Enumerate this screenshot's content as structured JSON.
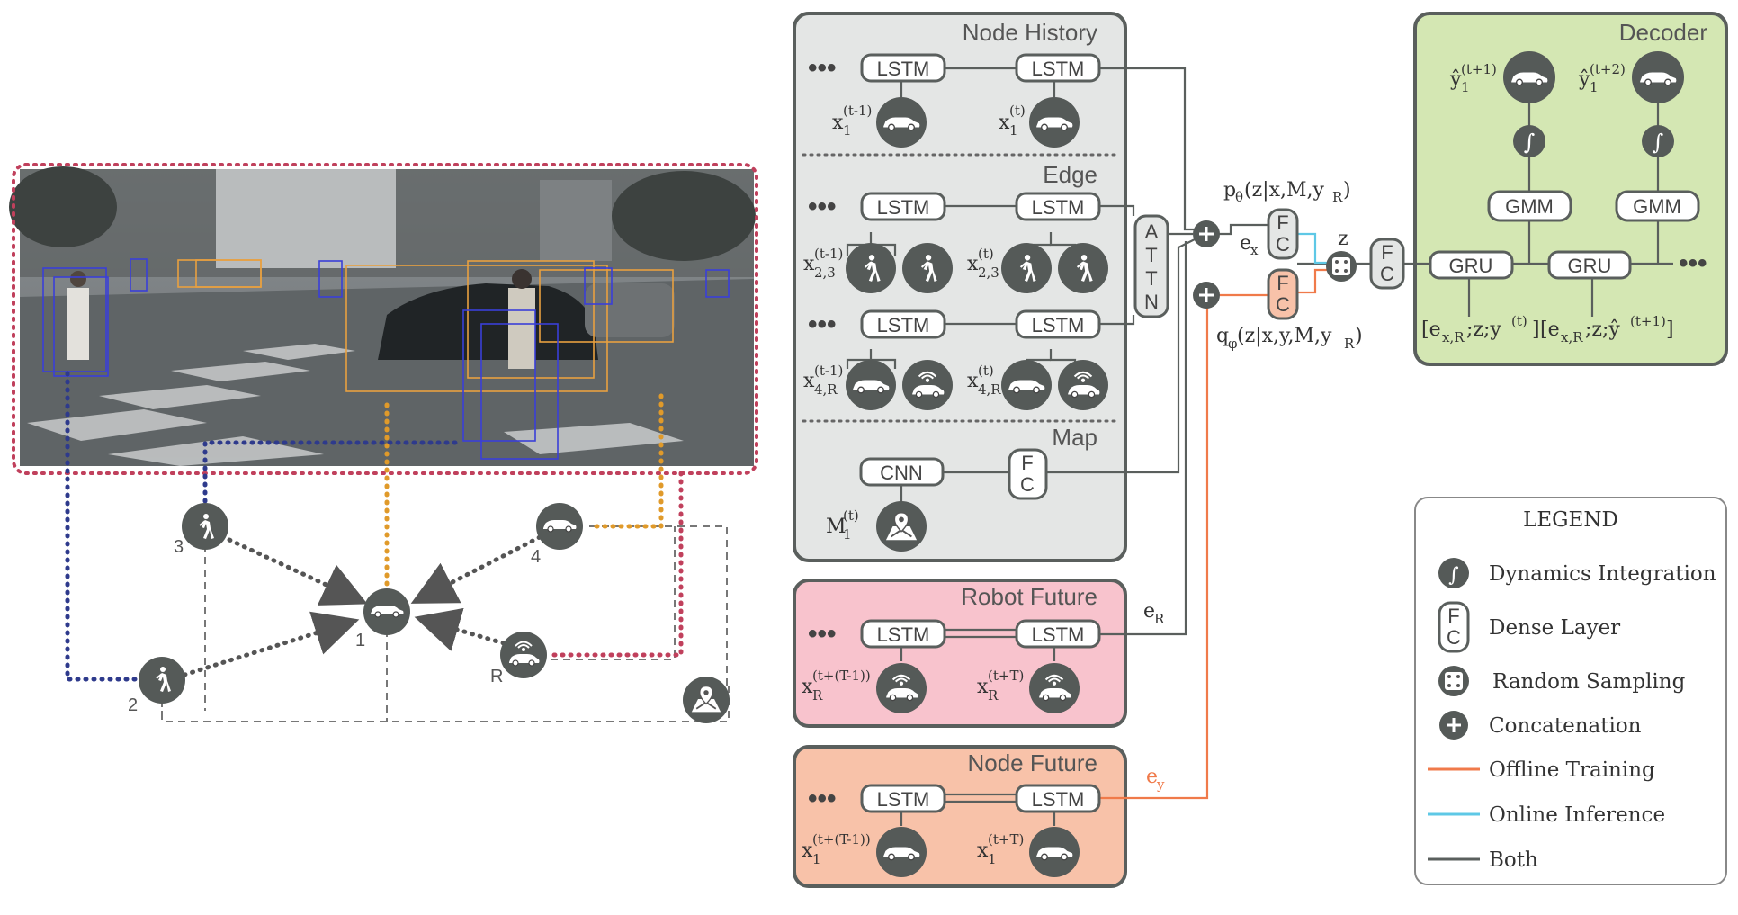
{
  "colors": {
    "gray_panel": "#e4e6e5",
    "gray_border": "#5a5f5d",
    "pink_panel": "#f8c3cd",
    "salmon_panel": "#f8c2a9",
    "green_panel": "#d4e7b3",
    "offline": "#f07a4a",
    "online": "#5ec8e6",
    "both": "#5a5f5d",
    "dash_pink": "#c0405c",
    "dash_blue": "#2e3a8c",
    "dash_orange": "#e09a2a"
  },
  "panels": {
    "node_history": "Node History",
    "edge": "Edge",
    "map": "Map",
    "robot_future": "Robot Future",
    "node_future": "Node Future",
    "decoder": "Decoder"
  },
  "modules": {
    "lstm": "LSTM",
    "cnn": "CNN",
    "gru": "GRU",
    "gmm": "GMM",
    "attn": [
      "A",
      "T",
      "T",
      "N"
    ],
    "fc": [
      "F",
      "C"
    ],
    "ellipsis": "•••"
  },
  "math": {
    "x1_tm1": {
      "base": "x",
      "sub": "1",
      "sup": "(t-1)"
    },
    "x1_t": {
      "base": "x",
      "sub": "1",
      "sup": "(t)"
    },
    "x23_tm1": {
      "base": "x",
      "sub": "2,3",
      "sup": "(t-1)"
    },
    "x23_t": {
      "base": "x",
      "sub": "2,3",
      "sup": "(t)"
    },
    "x4R_tm1": {
      "base": "x",
      "sub": "4,R",
      "sup": "(t-1)"
    },
    "x4R_t": {
      "base": "x",
      "sub": "4,R",
      "sup": "(t)"
    },
    "M1_t": {
      "base": "M",
      "sub": "1",
      "sup": "(t)"
    },
    "xR_tT1": {
      "base": "x",
      "sub": "R",
      "sup": "(t+(T-1))"
    },
    "xR_tT": {
      "base": "x",
      "sub": "R",
      "sup": "(t+T)"
    },
    "x1_tT1": {
      "base": "x",
      "sub": "1",
      "sup": "(t+(T-1))"
    },
    "x1_tT": {
      "base": "x",
      "sub": "1",
      "sup": "(t+T)"
    },
    "p_theta": "p",
    "p_theta_sub": "θ",
    "p_theta_rest": "(z|x,M,y",
    "p_theta_R": "R",
    "q_phi": "q",
    "q_phi_sub": "φ",
    "q_phi_rest": "(z|x,y,M,y",
    "ex": "e",
    "ex_sub": "x",
    "eR": "e",
    "eR_sub": "R",
    "ey": "e",
    "ey_sub": "y",
    "z": "z",
    "yhat1": {
      "base": "ŷ",
      "sub": "1",
      "sup": "(t+1)"
    },
    "yhat2": {
      "base": "ŷ",
      "sub": "1",
      "sup": "(t+2)"
    },
    "gru_in1": "[e",
    "gru_in1_sub": "x,R",
    "gru_in1_rest": ";z;y",
    "gru_in1_sup": "(t)",
    "gru_in2": "[e",
    "gru_in2_sub": "x,R",
    "gru_in2_rest": ";z;ŷ",
    "gru_in2_sup": "(t+1)",
    "close_bracket": "]",
    "close_paren": ")"
  },
  "scene_graph": {
    "nodes": [
      "1",
      "2",
      "3",
      "4",
      "R"
    ]
  },
  "legend": {
    "title": "LEGEND",
    "items": [
      "Dynamics Integration",
      "Dense Layer",
      "Random Sampling",
      "Concatenation",
      "Offline Training",
      "Online Inference",
      "Both"
    ]
  }
}
